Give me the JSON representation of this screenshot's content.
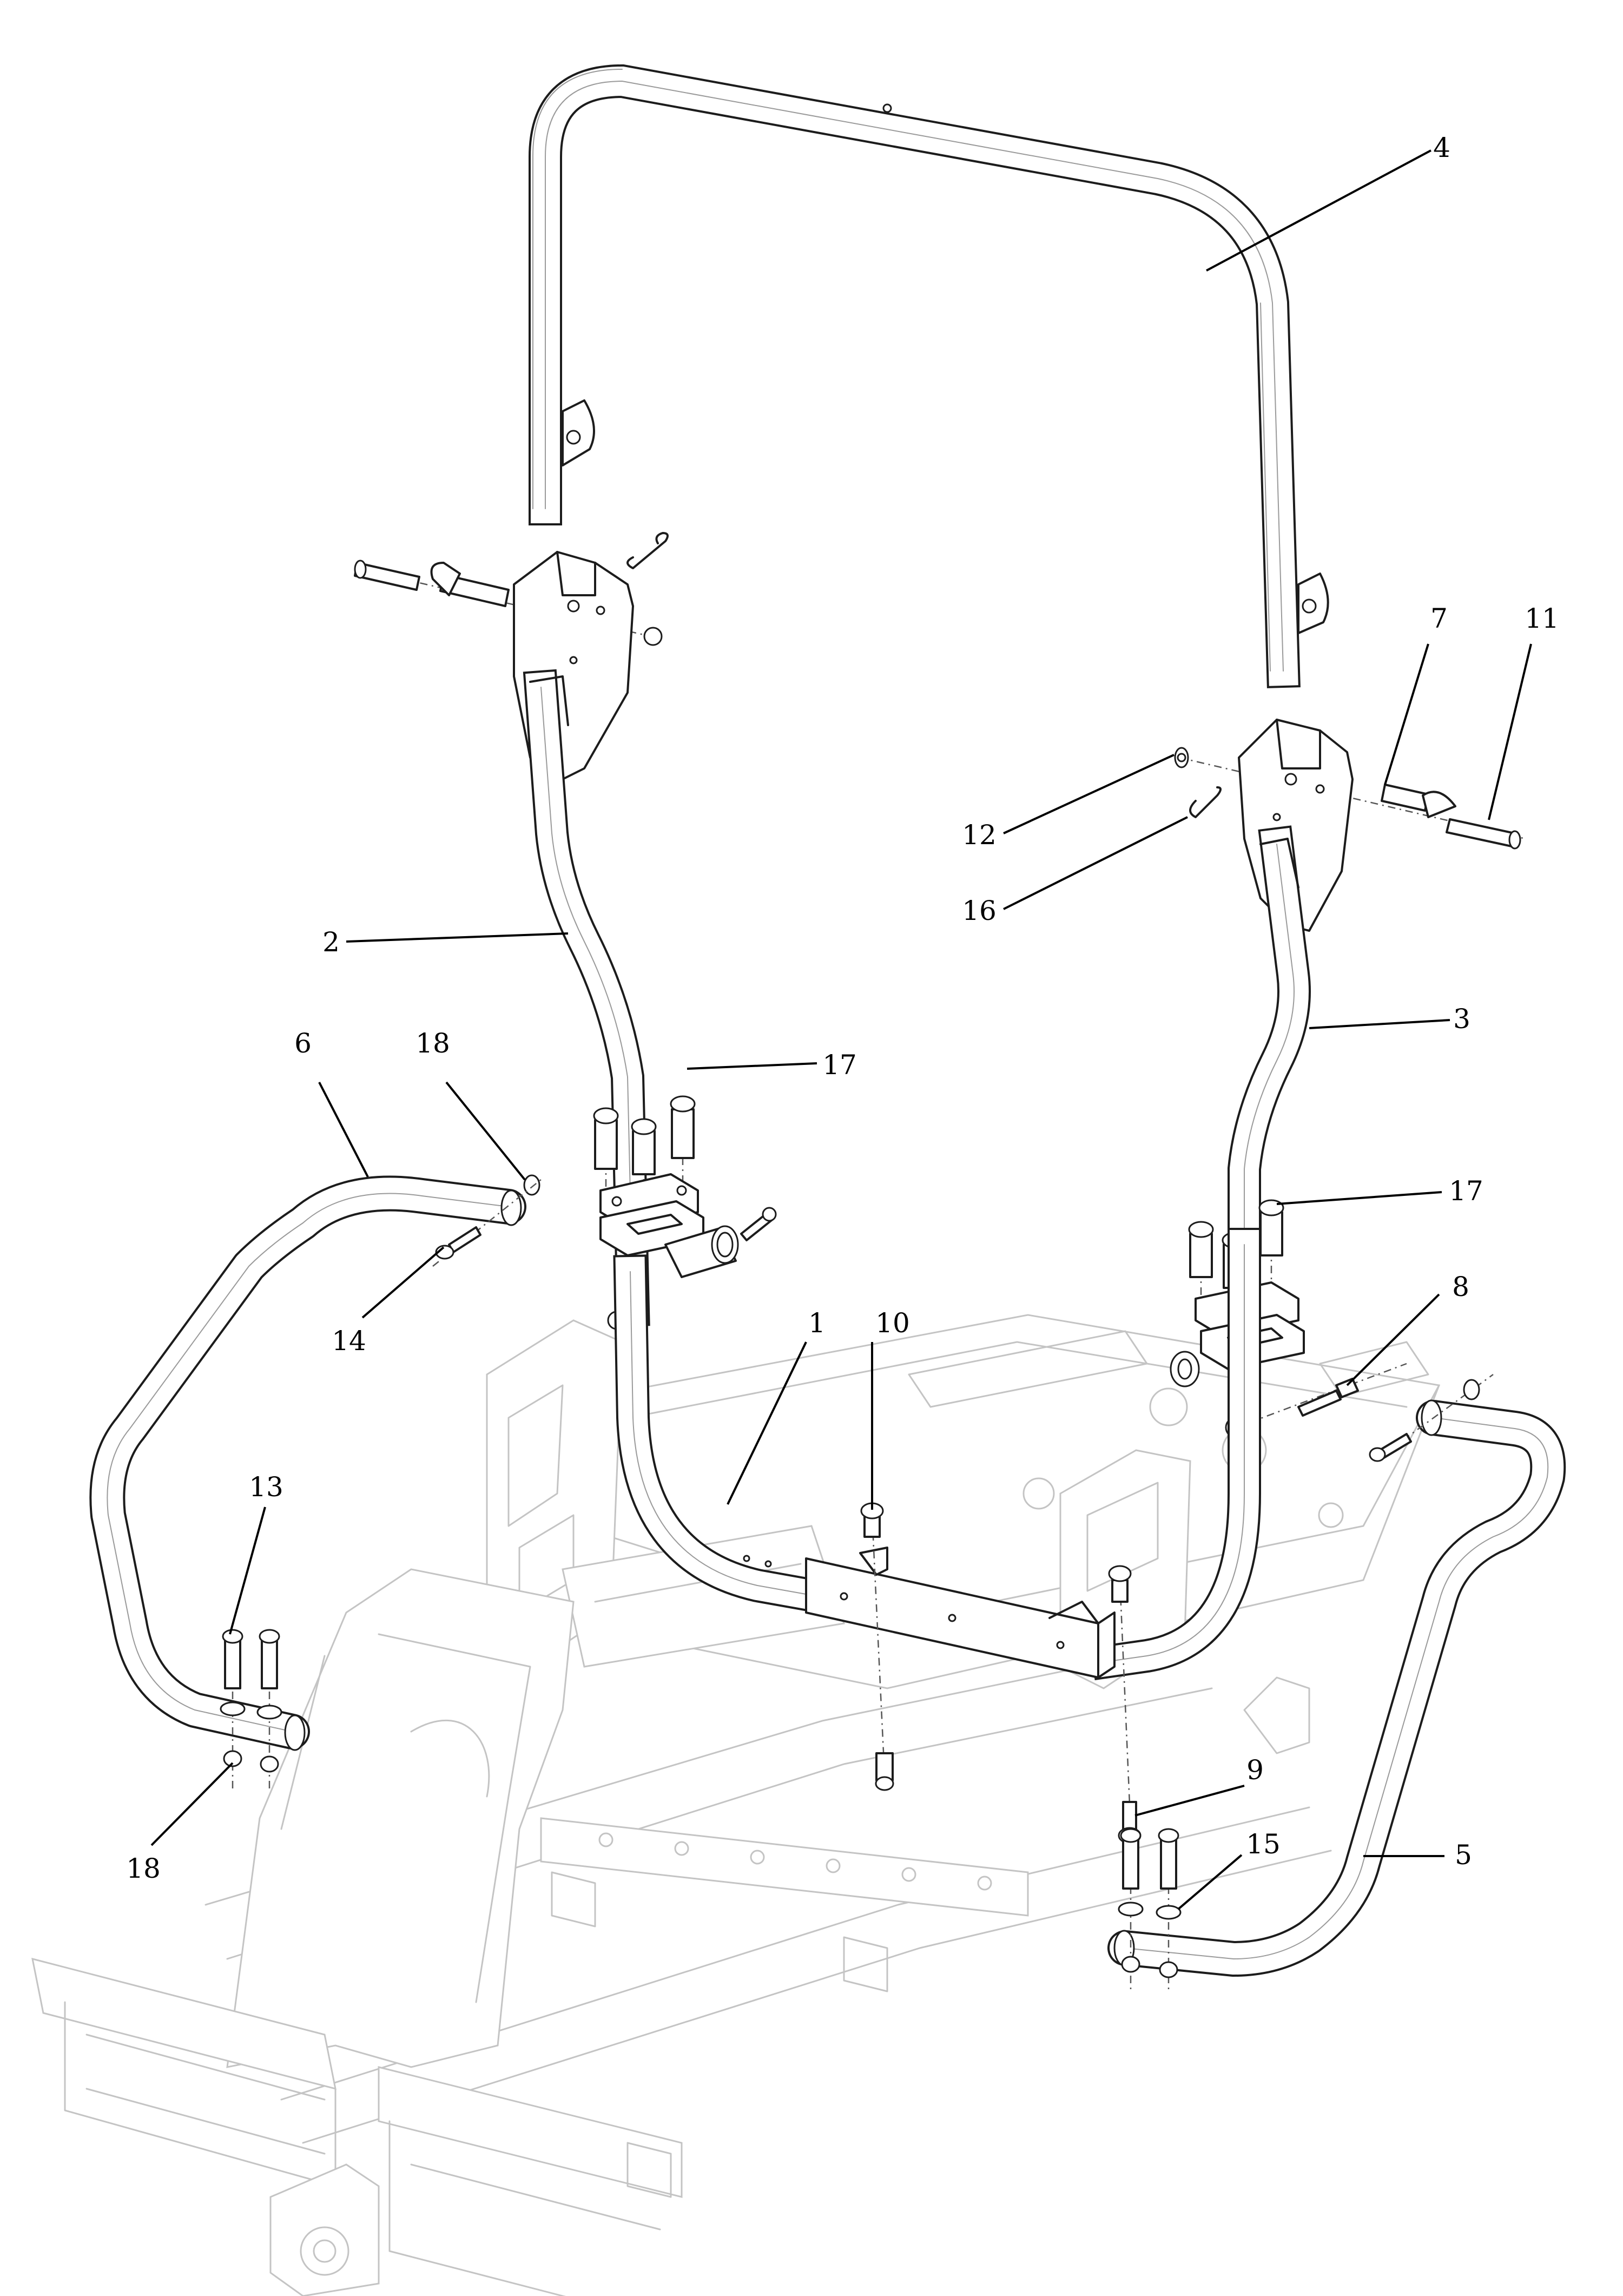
{
  "callouts": {
    "c1": "1",
    "c2": "2",
    "c3": "3",
    "c4": "4",
    "c5": "5",
    "c6": "6",
    "c7": "7",
    "c8": "8",
    "c9": "9",
    "c10": "10",
    "c11": "11",
    "c12": "12",
    "c13": "13",
    "c14": "14",
    "c15": "15",
    "c16": "16",
    "c17a": "17",
    "c17b": "17",
    "c18a": "18",
    "c18b": "18"
  },
  "colors": {
    "line": "#1c1c1c",
    "ghost": "#c4c4c4",
    "background": "#ffffff"
  }
}
